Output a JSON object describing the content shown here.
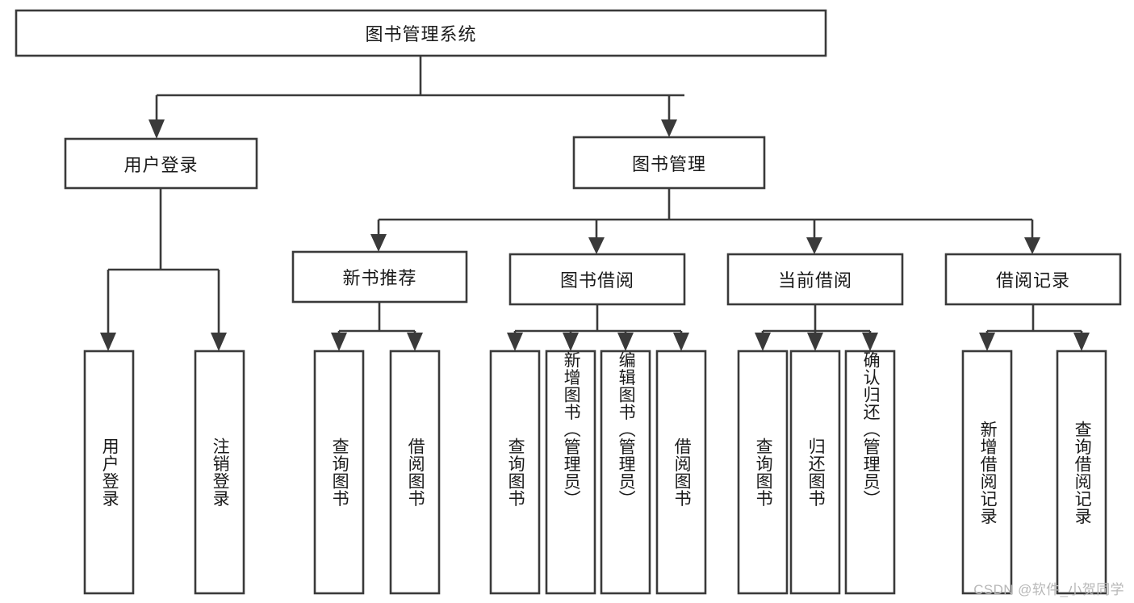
{
  "diagram": {
    "type": "tree-hierarchy",
    "title": "图书管理系统",
    "root": {
      "id": "root",
      "label": "图书管理系统",
      "orientation": "horizontal"
    },
    "level1": [
      {
        "id": "user-login",
        "label": "用户登录",
        "orientation": "horizontal"
      },
      {
        "id": "book-management",
        "label": "图书管理",
        "orientation": "horizontal"
      }
    ],
    "level2": [
      {
        "id": "new-book-recommend",
        "label": "新书推荐",
        "parent": "book-management",
        "orientation": "horizontal"
      },
      {
        "id": "book-borrow",
        "label": "图书借阅",
        "parent": "book-management",
        "orientation": "horizontal"
      },
      {
        "id": "current-borrow",
        "label": "当前借阅",
        "parent": "book-management",
        "orientation": "horizontal"
      },
      {
        "id": "borrow-record",
        "label": "借阅记录",
        "parent": "book-management",
        "orientation": "horizontal"
      }
    ],
    "leaves": [
      {
        "id": "leaf-user-login",
        "label": "用户登录",
        "parent": "user-login",
        "orientation": "vertical"
      },
      {
        "id": "leaf-logout-login",
        "label": "注销登录",
        "parent": "user-login",
        "orientation": "vertical"
      },
      {
        "id": "leaf-query-book-1",
        "label": "查询图书",
        "parent": "new-book-recommend",
        "orientation": "vertical"
      },
      {
        "id": "leaf-borrow-book-1",
        "label": "借阅图书",
        "parent": "new-book-recommend",
        "orientation": "vertical"
      },
      {
        "id": "leaf-query-book-2",
        "label": "查询图书",
        "parent": "book-borrow",
        "orientation": "vertical"
      },
      {
        "id": "leaf-add-book",
        "label": "新增图书（管理员）",
        "parent": "book-borrow",
        "orientation": "vertical"
      },
      {
        "id": "leaf-edit-book",
        "label": "编辑图书（管理员）",
        "parent": "book-borrow",
        "orientation": "vertical"
      },
      {
        "id": "leaf-borrow-book-2",
        "label": "借阅图书",
        "parent": "book-borrow",
        "orientation": "vertical"
      },
      {
        "id": "leaf-query-book-3",
        "label": "查询图书",
        "parent": "current-borrow",
        "orientation": "vertical"
      },
      {
        "id": "leaf-return-book",
        "label": "归还图书",
        "parent": "current-borrow",
        "orientation": "vertical"
      },
      {
        "id": "leaf-confirm-return",
        "label": "确认归还（管理员）",
        "parent": "current-borrow",
        "orientation": "vertical"
      },
      {
        "id": "leaf-add-borrow-record",
        "label": "新增借阅记录",
        "parent": "borrow-record",
        "orientation": "vertical"
      },
      {
        "id": "leaf-query-borrow-record",
        "label": "查询借阅记录",
        "parent": "borrow-record",
        "orientation": "vertical"
      }
    ],
    "colors": {
      "stroke": "#3a3a3a",
      "fill": "#ffffff",
      "text": "#1a1a1a",
      "background": "#ffffff",
      "watermark": "#b8b8b8"
    }
  },
  "watermark": {
    "text": "CSDN @软件_小贺同学"
  }
}
